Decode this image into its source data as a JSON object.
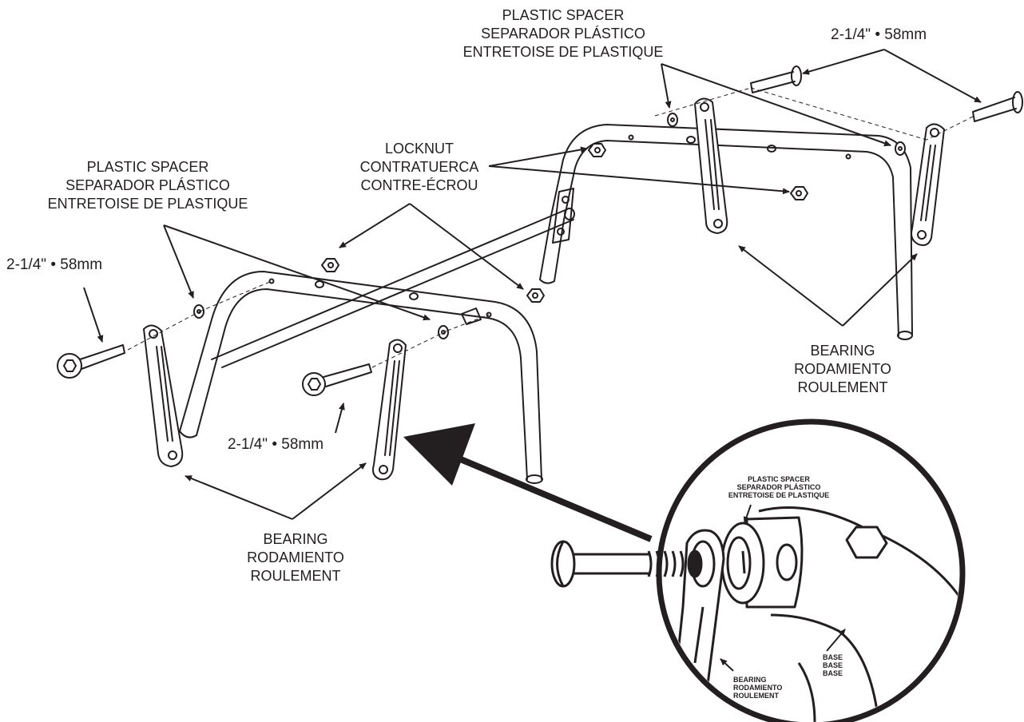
{
  "labels": {
    "spacer_top": [
      "PLASTIC SPACER",
      "SEPARADOR PLÁSTICO",
      "ENTRETOISE DE PLASTIQUE"
    ],
    "spacer_left": [
      "PLASTIC SPACER",
      "SEPARADOR PLÁSTICO",
      "ENTRETOISE DE PLASTIQUE"
    ],
    "locknut": [
      "LOCKNUT",
      "CONTRATUERCA",
      "CONTRE-ÉCROU"
    ],
    "bearing_right": [
      "BEARING",
      "RODAMIENTO",
      "ROULEMENT"
    ],
    "bearing_left": [
      "BEARING",
      "RODAMIENTO",
      "ROULEMENT"
    ],
    "dim_top_right": "2-1/4\" • 58mm",
    "dim_left": "2-1/4\" • 58mm",
    "dim_center": "2-1/4\" • 58mm"
  },
  "detail": {
    "spacer": [
      "PLASTIC SPACER",
      "SEPARADOR PLÁSTICO",
      "ENTRETOISE DE PLASTIQUE"
    ],
    "base": [
      "BASE",
      "BASE",
      "BASE"
    ],
    "bearing": [
      "BEARING",
      "RODAMIENTO",
      "ROULEMENT"
    ]
  },
  "colors": {
    "line": "#231f20",
    "fill": "#ffffff"
  }
}
